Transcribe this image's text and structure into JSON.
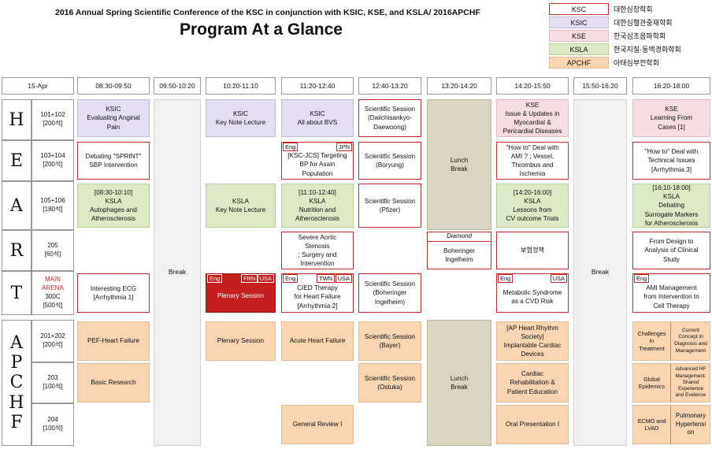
{
  "header": {
    "subtitle": "2016 Annual Spring Scientific Conference of the KSC in conjunction with KSIC, KSE, and KSLA/ 2016APCHF",
    "title": "Program At a Glance"
  },
  "legend": [
    {
      "abbr": "KSC",
      "name": "대한심장학회",
      "color": "#ffffff"
    },
    {
      "abbr": "KSIC",
      "name": "대한심혈관중재학회",
      "color": "#e3def1"
    },
    {
      "abbr": "KSE",
      "name": "한국심초음파학회",
      "color": "#f6dde1"
    },
    {
      "abbr": "KSLA",
      "name": "한국지질·동맥경화학회",
      "color": "#dce9c6"
    },
    {
      "abbr": "APCHF",
      "name": "아태심부전학회",
      "color": "#f9d5b1"
    }
  ],
  "columns": [
    "15-Apr",
    "08:30-09:50",
    "09:50-10:20",
    "10:20-11:10",
    "11:20-12:40",
    "12:40-13:20",
    "13:20-14:20",
    "14:20-15:50",
    "15:50-16:20",
    "16:20-18:00"
  ],
  "letters": [
    "H",
    "E",
    "A",
    "R",
    "T",
    "A",
    "P",
    "C",
    "H",
    "F"
  ],
  "rooms": [
    {
      "name": "101+102",
      "seats": "[200석]"
    },
    {
      "name": "103+104",
      "seats": "[200석]"
    },
    {
      "name": "105+106",
      "seats": "[180석]"
    },
    {
      "name": "205",
      "seats": "[60석]"
    },
    {
      "name1": "MAIN",
      "name2": "ARENA",
      "name": "300C",
      "seats": "[500석]"
    },
    {
      "name": "201+202",
      "seats": "[200석]"
    },
    {
      "name": "203",
      "seats": "[100석]"
    },
    {
      "name": "204",
      "seats": "[100석]"
    }
  ],
  "breaks": {
    "label": "Break",
    "lunch": "Lunch Break",
    "lunch1": "Lunch",
    "lunch2": "Break"
  },
  "tags": {
    "eng": "Eng",
    "jpn": "JPN",
    "frn": "FRN",
    "usa": "USA",
    "twn": "TWN"
  },
  "sessions": {
    "r1c1": [
      "KSIC",
      "Evaluating Anginal",
      "Pain"
    ],
    "r1c3": [
      "KSIC",
      "Key Note Lecture"
    ],
    "r1c4": [
      "KSIC",
      "All about BVS"
    ],
    "r1c5": [
      "Scientific Session",
      "(Daiichisankyo-",
      "Daewoong)"
    ],
    "r1c7": [
      "KSE",
      "Issue & Updates in",
      "Myocardial &",
      "Pericardial Diseases"
    ],
    "r1c9": [
      "KSE",
      "Learning From",
      "Cases [1]"
    ],
    "r2c1": [
      "Debating \"SPRINT\"",
      "SBP Intervention"
    ],
    "r2c4": [
      "[KSC-JCS] Targeting",
      "BP for Asain",
      "Population"
    ],
    "r2c5": [
      "Scientific Session",
      "(Boryung)"
    ],
    "r2c7": [
      "\"How to\" Deal with",
      "AMI ? ; Vessel,",
      "Thrombus and",
      "Ischemia"
    ],
    "r2c9": [
      "\"How to\" Deal with",
      "Technical Issues",
      "[Arrhythmia 3]"
    ],
    "r3c1": [
      "[08:30-10:10]",
      "KSLA",
      "Autophages and",
      "Atherosclerosis"
    ],
    "r3c3": [
      "KSLA",
      "Key Note Lecture"
    ],
    "r3c4": [
      "[11:10-12:40]",
      "KSLA",
      "Nutrition and",
      "Atherosclerosis"
    ],
    "r3c5": [
      "Scientific Session",
      "(Pfizer)"
    ],
    "r3c7": [
      "[14:20-16:00]",
      "KSLA",
      "Lessons from",
      "CV outcome Trials"
    ],
    "r3c9": [
      "[16:10-18:00]",
      "KSLA",
      "Debating",
      "Surrogate Markers",
      "for Atherosclerosis"
    ],
    "r4c4": [
      "Severe Aortic",
      "Stenosis",
      "; Surgery and",
      "Intervention"
    ],
    "r4c6_title": "Diamond",
    "r4c6": [
      "Boheringer",
      "Ingelheim"
    ],
    "r4c7": [
      "보험정책"
    ],
    "r4c9": [
      "From Design to",
      "Analysis of Clinical",
      "Study"
    ],
    "r5c1": [
      "Interesting ECG",
      "[Arrhythmia 1]"
    ],
    "r5c3": [
      "Plenary Session"
    ],
    "r5c4": [
      "CIED Therapy",
      "for Heart Failure",
      "[Arrhythmia 2]"
    ],
    "r5c5": [
      "Scientific Session",
      "(Boheringer",
      "Ingelheim)"
    ],
    "r5c7": [
      "Metabolic Syndrome",
      "as a CVD Risk"
    ],
    "r5c9": [
      "AMI Management",
      "from Intervention to",
      "Cell Therapy"
    ],
    "r6c1": [
      "PEF-Heart Failure"
    ],
    "r6c3": [
      "Plenary Session"
    ],
    "r6c4": [
      "Acute Heart Failure"
    ],
    "r6c5": [
      "Scientific Session",
      "(Bayer)"
    ],
    "r6c7": [
      "[AP Heart Rhythm",
      "Society]",
      "Implantable Cardiac",
      "Devices"
    ],
    "r6c9a": [
      "Challenges",
      "in",
      "Treatment"
    ],
    "r6c9b": [
      "Current",
      "Concept in",
      "Diagnosis and",
      "Management"
    ],
    "r7c1": [
      "Basic Research"
    ],
    "r7c5": [
      "Scientific Session",
      "(Ostuka)"
    ],
    "r7c7": [
      "Cardiac",
      "Rehabilitation &",
      "Patient Education"
    ],
    "r7c9a": [
      "Global",
      "Epidemics"
    ],
    "r7c9b": [
      "Advanced HF",
      "Management:",
      "Shared",
      "Experience",
      "and Evidence"
    ],
    "r8c4": [
      "General Review I"
    ],
    "r8c7": [
      "Oral Presentation I"
    ],
    "r8c9a": [
      "ECMO and",
      "LVAD"
    ],
    "r8c9b": [
      "Pulmonary",
      "Hypertensi",
      "on"
    ]
  }
}
